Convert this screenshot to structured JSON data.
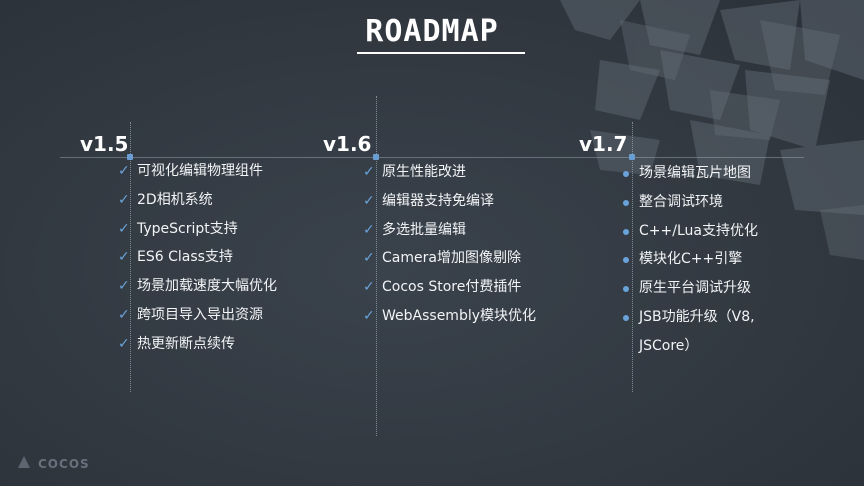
{
  "slide": {
    "title": "ROADMAP",
    "accent_color": "#6aa3da",
    "background_color": "#333a43"
  },
  "columns": [
    {
      "version": "v1.5",
      "marker": "check-icon",
      "items": [
        "可视化编辑物理组件",
        "2D相机系统",
        "TypeScript支持",
        "ES6 Class支持",
        "场景加载速度大幅优化",
        "跨项目导入导出资源",
        "热更新断点续传"
      ]
    },
    {
      "version": "v1.6",
      "marker": "check-icon",
      "items": [
        "原生性能改进",
        "编辑器支持免编译",
        "多选批量编辑",
        "Camera增加图像剔除",
        "Cocos Store付费插件",
        "WebAssembly模块优化"
      ]
    },
    {
      "version": "v1.7",
      "marker": "bullet-icon",
      "items": [
        "场景编辑瓦片地图",
        "整合调试环境",
        "C++/Lua支持优化",
        "模块化C++引擎",
        "原生平台调试升级",
        "JSB功能升级（V8,",
        "JSCore）"
      ]
    }
  ],
  "logo": {
    "text": "COCOS"
  }
}
